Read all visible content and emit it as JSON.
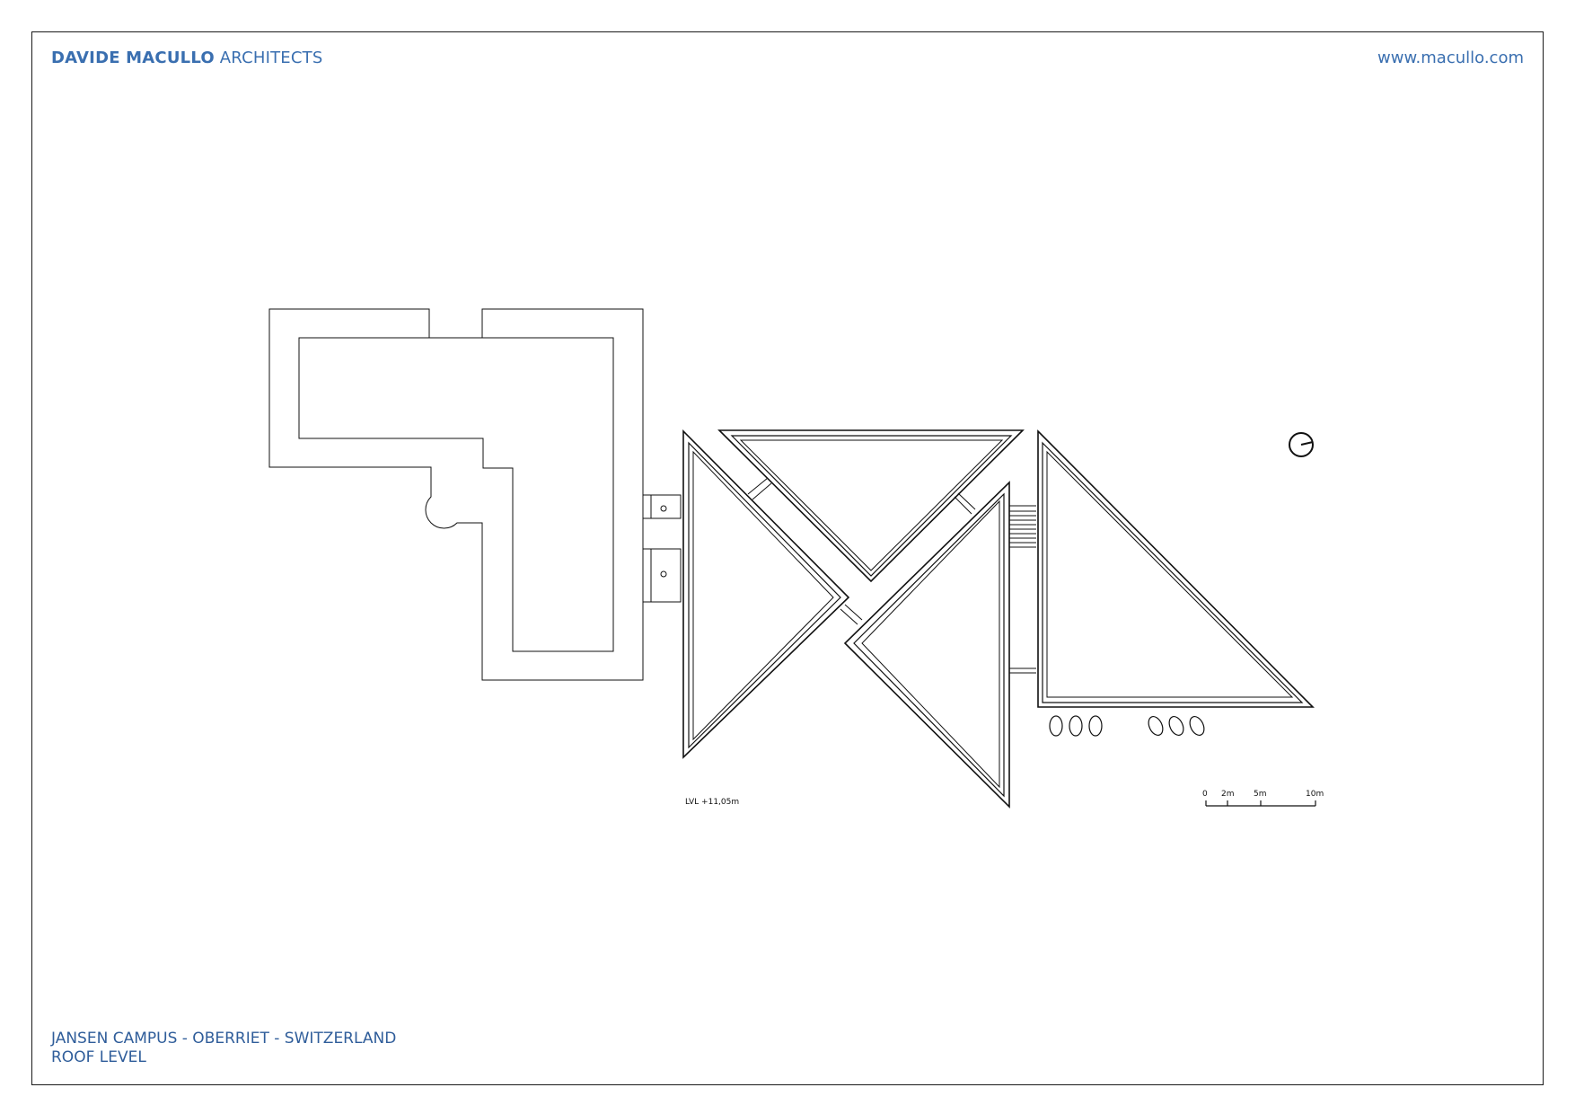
{
  "header": {
    "brand_bold": "DAVIDE MACULLO",
    "brand_light": "ARCHITECTS",
    "url": "www.macullo.com"
  },
  "titleblock": {
    "project": "JANSEN CAMPUS - OBERRIET - SWITZERLAND",
    "sheet": "ROOF LEVEL"
  },
  "drawing": {
    "level_label": "LVL +11,05m",
    "scale_labels": [
      "0",
      "2m",
      "5m",
      "10m"
    ],
    "north_icon": "north-arrow-icon"
  },
  "colors": {
    "brand": "#3a6fb0",
    "lines": "#111111"
  }
}
